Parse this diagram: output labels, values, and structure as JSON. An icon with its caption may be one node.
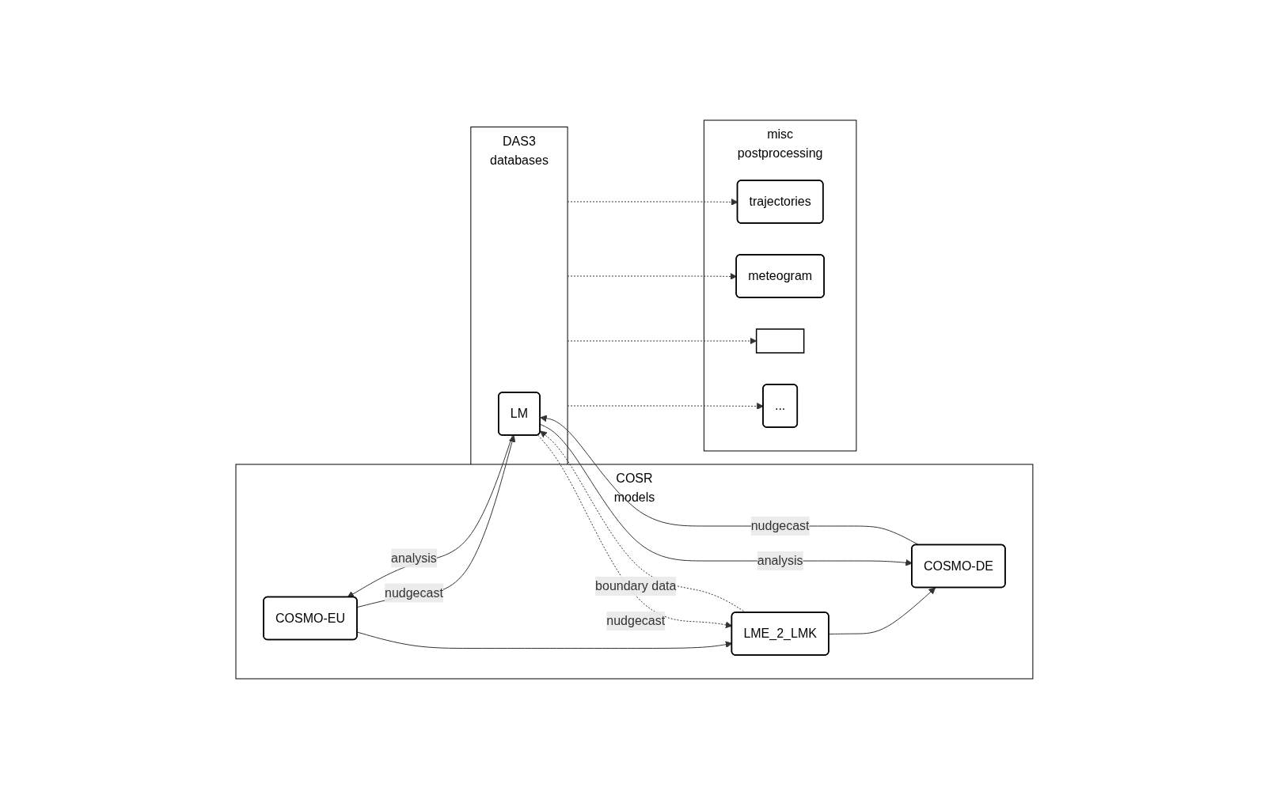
{
  "diagram": {
    "nodes": [
      {
        "text": [
          "COSR",
          "models"
        ]
      },
      {
        "text": [
          "COSMO-EU"
        ],
        "in": 0
      },
      {
        "text": [
          "LME_2_LMK"
        ],
        "in": 0
      },
      {
        "text": [
          "COSMO-DE"
        ],
        "in": 0
      },
      {
        "text": [
          "DAS3",
          "databases"
        ]
      },
      {
        "text": [
          "LM"
        ],
        "in": 4
      },
      {
        "text": [
          "misc",
          "postprocessing"
        ]
      },
      {
        "text": [
          "trajectories"
        ],
        "in": 6
      },
      {
        "text": [
          "meteogram"
        ],
        "in": 6
      },
      {
        "text": [],
        "shape": "box",
        "in": 6
      },
      {
        "text": [
          "..."
        ],
        "in": 6
      }
    ],
    "edges": [
      {
        "from": 5,
        "to": 1,
        "arrow": "to",
        "label": "analysis"
      },
      {
        "from": 1,
        "to": 5,
        "arrow": "to",
        "label": "nudgecast"
      },
      {
        "from": 1,
        "to": 2,
        "arrow": "to"
      },
      {
        "from": 5,
        "to": 2,
        "arrow": "to",
        "label": "nudgecast",
        "style": "dashed"
      },
      {
        "from": 2,
        "to": 5,
        "arrow": "to",
        "label": "boundary data",
        "style": "dashed"
      },
      {
        "from": 2,
        "to": 3,
        "arrow": "to"
      },
      {
        "from": 3,
        "to": 5,
        "arrow": "to",
        "label": "nudgecast"
      },
      {
        "from": 5,
        "to": 3,
        "arrow": "to",
        "label": "analysis"
      },
      {
        "from": 4,
        "to": 7,
        "arrow": "to",
        "style": "dashed"
      },
      {
        "from": 4,
        "to": 8,
        "arrow": "to",
        "style": "dashed"
      },
      {
        "from": 4,
        "to": 9,
        "arrow": "to",
        "style": "dashed"
      },
      {
        "from": 4,
        "to": 10,
        "arrow": "to",
        "style": "dashed"
      }
    ]
  }
}
